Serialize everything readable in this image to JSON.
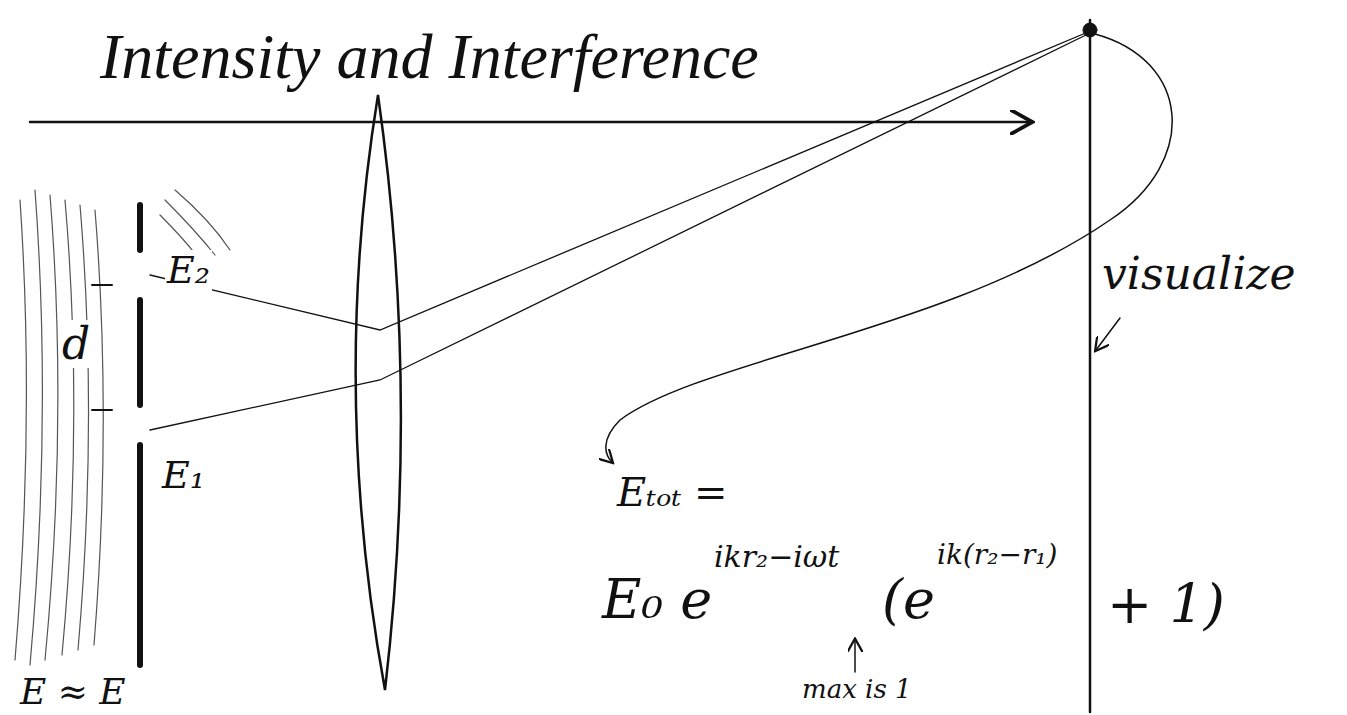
{
  "diagram": {
    "title": "Intensity and Interference",
    "labels": [
      "E₂",
      "d",
      "E₁",
      "visualize",
      "Eₜₒₜ =",
      "E₀ e",
      "ikr₂−iωt",
      "(e",
      "ik(r₂−r₁)",
      "+ 1)",
      "max is 1",
      "E ≈ E"
    ]
  }
}
